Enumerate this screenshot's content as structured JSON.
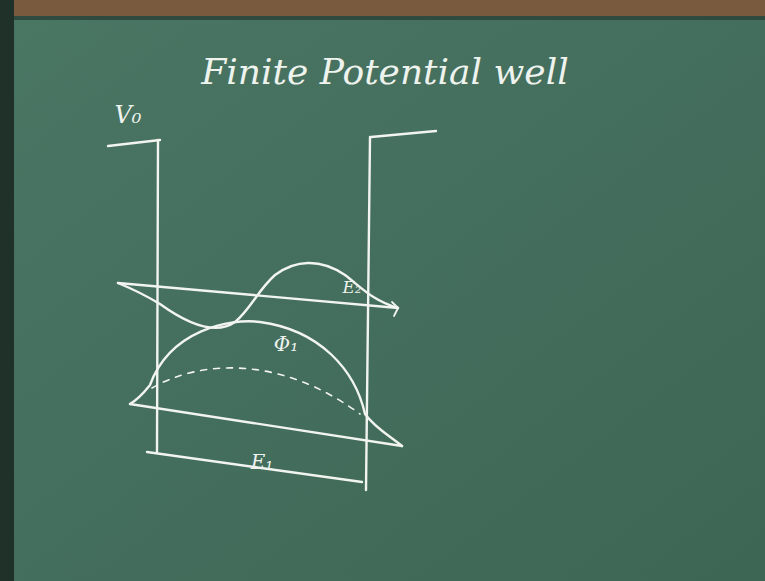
{
  "diagram": {
    "title": "Finite Potential well",
    "labels": [
      "V₀",
      "E₂",
      "Φ₁",
      "E₁"
    ]
  }
}
